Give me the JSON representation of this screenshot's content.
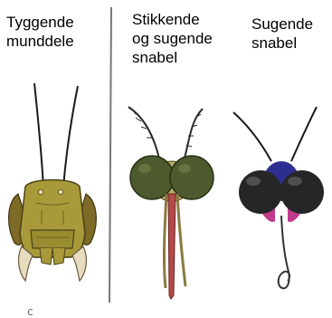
{
  "panels": [
    {
      "lines": [
        "Tyggende",
        "munddele"
      ]
    },
    {
      "lines": [
        "Stikkende",
        "og sugende",
        "snabel"
      ]
    },
    {
      "lines": [
        "Sugende",
        "snabel"
      ]
    }
  ],
  "stray_mark": "c",
  "colors": {
    "chewing_head": "#a89a3a",
    "chewing_cheek": "#7c6a26",
    "mandible": "#e8dcc0",
    "mosquito_eye": "#4d5a2e",
    "mosquito_face": "#b9ac66",
    "proboscis": "#b34a4a",
    "butterfly_eye": "#262626",
    "butterfly_blue": "#2c2f8f",
    "butterfly_pink": "#c23a8c",
    "divider": "#777777"
  }
}
